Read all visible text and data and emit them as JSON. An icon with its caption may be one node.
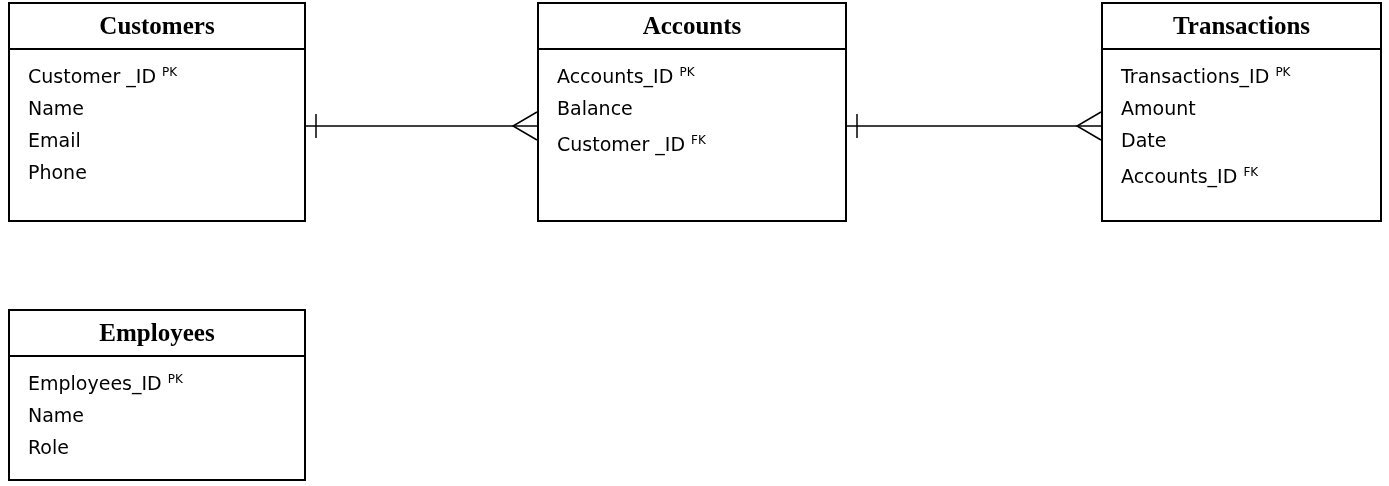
{
  "diagram": {
    "nodes": [
      {
        "text": [
          "Customers",
          "Customer _ID $^{PK}$",
          "Name",
          "Email",
          "Phone"
        ]
      },
      {
        "text": [
          "Accounts",
          "Accounts_ID $^{PK}$",
          "Balance",
          "Customer _ID $^{FK}$"
        ]
      },
      {
        "text": [
          "Transactions",
          "Transactions_ID $^{PK}$",
          "Amount",
          "Date",
          "Accounts_ID $^{FK}$"
        ]
      },
      {
        "text": [
          "Employees",
          "Employees_ID $^{PK}$",
          "Name",
          "Role"
        ]
      }
    ],
    "edges": [
      {
        "from": 0,
        "to": 1,
        "arrow": "other"
      },
      {
        "from": 1,
        "to": 2,
        "arrow": "other"
      }
    ]
  }
}
